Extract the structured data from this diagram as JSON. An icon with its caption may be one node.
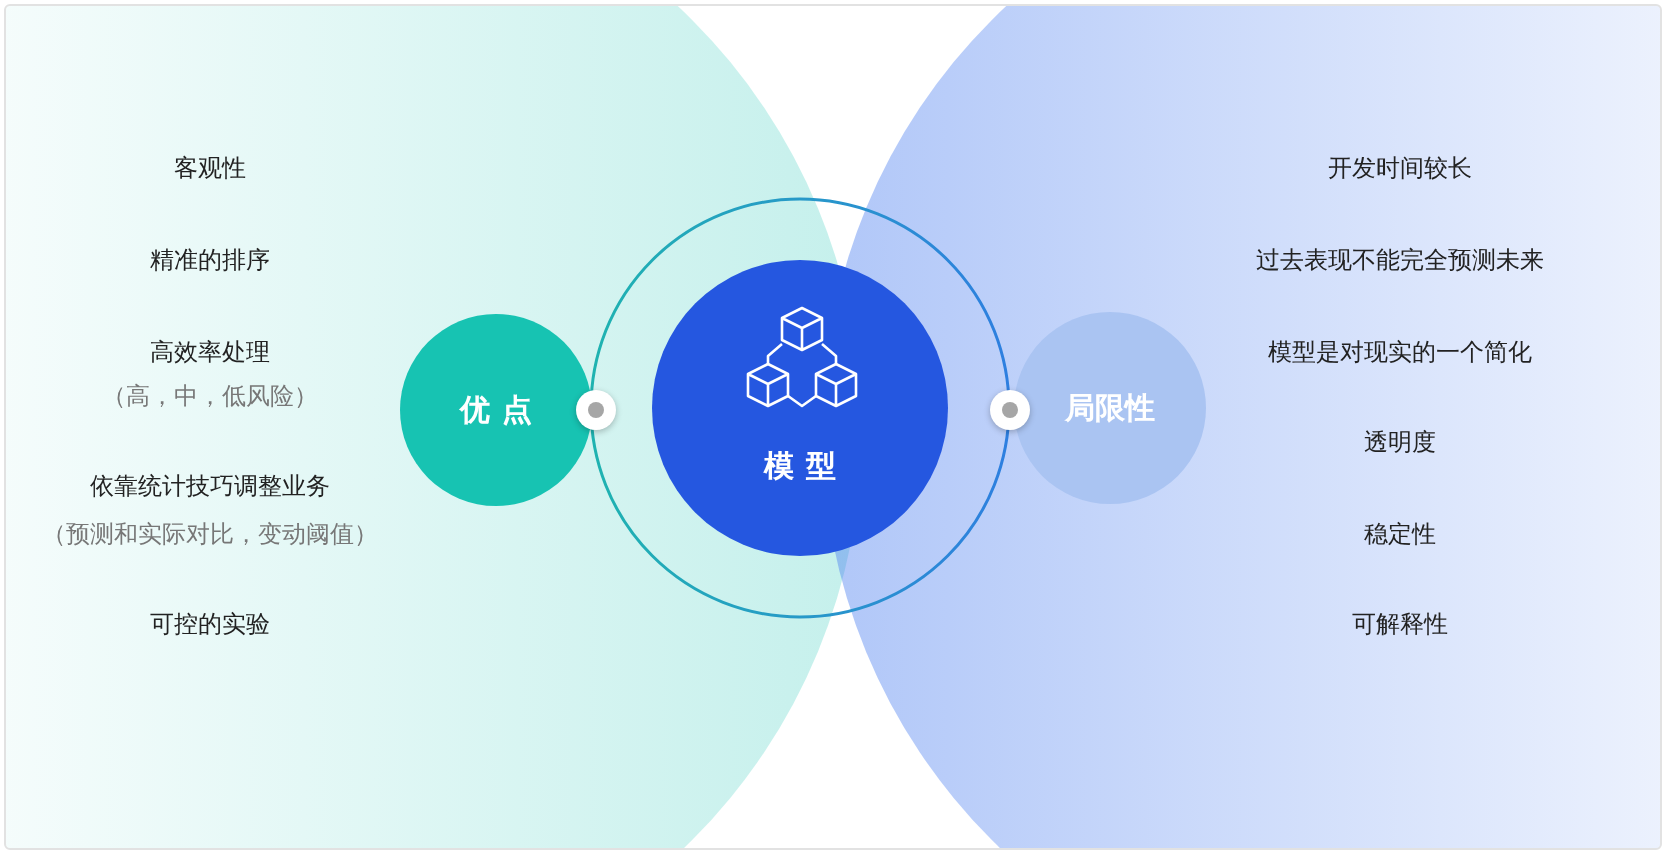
{
  "diagram": {
    "nodes": [
      {
        "text": [
          "优点"
        ]
      },
      {
        "text": [
          "模型"
        ]
      },
      {
        "text": [
          "局限性"
        ]
      }
    ],
    "labels": [
      "客观性",
      "精准的排序",
      "高效率处理",
      "（高，中，低风险）",
      "依靠统计技巧调整业务",
      "（预测和实际对比，变动阈值）",
      "可控的实验",
      "开发时间较长",
      "过去表现不能完全预测未来",
      "模型是对现实的一个简化",
      "透明度",
      "稳定性",
      "可解释性"
    ]
  }
}
